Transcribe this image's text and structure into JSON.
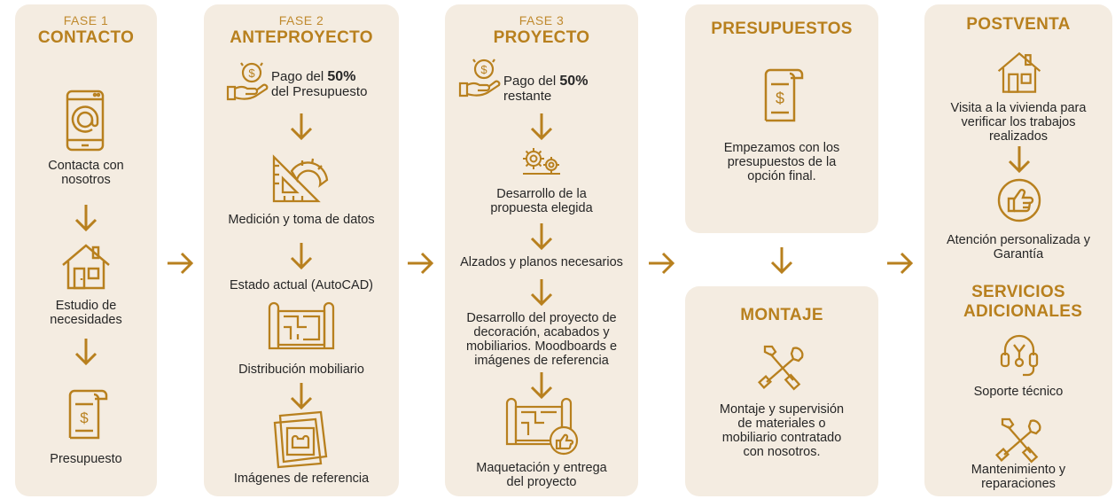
{
  "colors": {
    "card_bg": "#f4ece1",
    "accent": "#b8801e",
    "text": "#262626"
  },
  "columns": [
    {
      "phase": "FASE 1",
      "title": "CONTACTO",
      "steps": [
        {
          "icon": "smartphone-icon",
          "text": "Contacta con nosotros"
        },
        {
          "icon": "house-icon",
          "text": "Estudio de necesidades"
        },
        {
          "icon": "invoice-icon",
          "text": "Presupuesto"
        }
      ]
    },
    {
      "phase": "FASE 2",
      "title": "ANTEPROYECTO",
      "payment": {
        "prefix": "Pago del ",
        "amount": "50%",
        "suffix": "del Presupuesto"
      },
      "steps": [
        {
          "icon": "ruler-protractor-icon",
          "text": "Medición y toma de datos"
        },
        {
          "icon": "",
          "text": "Estado actual (AutoCAD)"
        },
        {
          "icon": "blueprint-icon",
          "text": "Distribución mobiliario"
        },
        {
          "icon": "picture-frame-icon",
          "text": "Imágenes de referencia"
        }
      ]
    },
    {
      "phase": "FASE 3",
      "title": "PROYECTO",
      "payment": {
        "prefix": "Pago del ",
        "amount": "50%",
        "suffix": "restante"
      },
      "steps": [
        {
          "icon": "gears-icon",
          "text": "Desarrollo de la propuesta elegida"
        },
        {
          "icon": "",
          "text": "Alzados y planos necesarios"
        },
        {
          "icon": "",
          "text": "Desarrollo del proyecto de decoración, acabados y mobiliarios. Moodboards e imágenes de referencia"
        },
        {
          "icon": "blueprint-thumbs-up-icon",
          "text": "Maquetación y entrega del proyecto"
        }
      ]
    },
    {
      "top": {
        "title": "PRESUPUESTOS",
        "icon": "invoice-icon",
        "text": "Empezamos con los presupuestos de la opción final."
      },
      "bottom": {
        "title": "MONTAJE",
        "icon": "tools-icon",
        "text": "Montaje y supervisión de materiales o mobiliario contratado con nosotros."
      }
    },
    {
      "title": "POSTVENTA",
      "steps": [
        {
          "icon": "house-icon",
          "text": "Visita a la vivienda para verificar los trabajos realizados"
        },
        {
          "icon": "thumbs-up-icon",
          "text": "Atención personalizada y Garantía"
        }
      ],
      "extra_title": "SERVICIOS ADICIONALES",
      "extra": [
        {
          "icon": "headset-icon",
          "text": "Soporte técnico"
        },
        {
          "icon": "tools-icon",
          "text": "Mantenimiento y reparaciones"
        }
      ]
    }
  ]
}
